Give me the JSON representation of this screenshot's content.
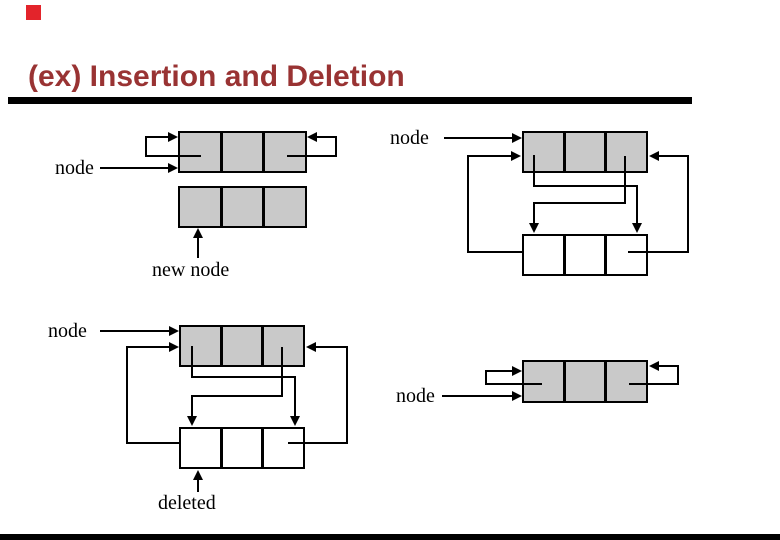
{
  "slide": {
    "title": "(ex) Insertion and Deletion",
    "title_color": "#993333",
    "accent_square_color": "#E3242B",
    "rule_color": "#000000",
    "background_color": "#FFFFFF"
  },
  "node_style": {
    "fill_gray": "#C9C9C9",
    "fill_white": "#FFFFFF",
    "line_color": "#000000",
    "cells_per_node": 3
  },
  "diagrams": {
    "insertion_before": {
      "node_label": "node",
      "new_node_label": "new node"
    },
    "insertion_after": {
      "node_label": "node"
    },
    "deletion_before": {
      "node_label": "node",
      "deleted_label": "deleted"
    },
    "deletion_after": {
      "node_label": "node"
    }
  }
}
